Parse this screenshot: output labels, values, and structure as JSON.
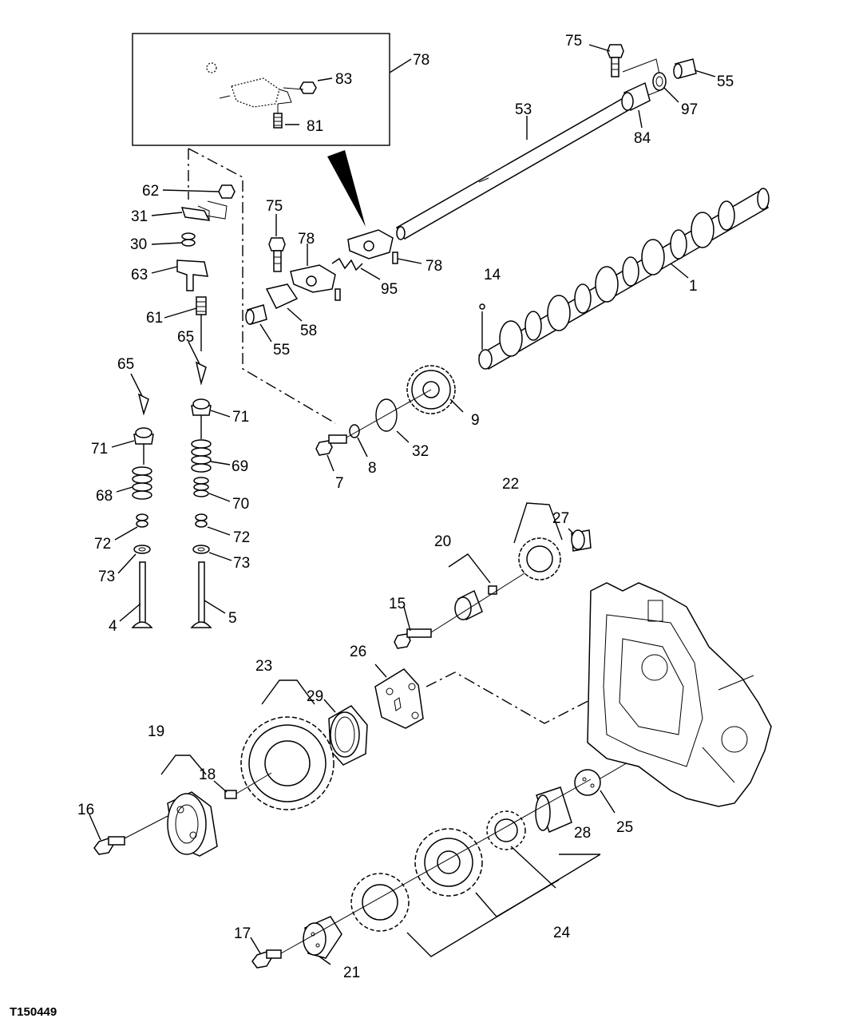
{
  "figure_id": "T150449",
  "callouts": {
    "c1": "1",
    "c4": "4",
    "c5": "5",
    "c7": "7",
    "c8": "8",
    "c9": "9",
    "c14": "14",
    "c15": "15",
    "c16": "16",
    "c17": "17",
    "c18": "18",
    "c19": "19",
    "c20": "20",
    "c21": "21",
    "c22": "22",
    "c23": "23",
    "c24": "24",
    "c25": "25",
    "c26": "26",
    "c27": "27",
    "c28": "28",
    "c29": "29",
    "c30": "30",
    "c31": "31",
    "c32": "32",
    "c53": "53",
    "c55a": "55",
    "c55b": "55",
    "c58": "58",
    "c61": "61",
    "c62": "62",
    "c63": "63",
    "c65a": "65",
    "c65b": "65",
    "c68": "68",
    "c69": "69",
    "c70": "70",
    "c71a": "71",
    "c71b": "71",
    "c72a": "72",
    "c72b": "72",
    "c73a": "73",
    "c73b": "73",
    "c75a": "75",
    "c75b": "75",
    "c78a": "78",
    "c78b": "78",
    "c78c": "78",
    "c81": "81",
    "c83": "83",
    "c84": "84",
    "c95": "95",
    "c97": "97"
  },
  "colors": {
    "ink": "#000000",
    "paper": "#ffffff"
  }
}
